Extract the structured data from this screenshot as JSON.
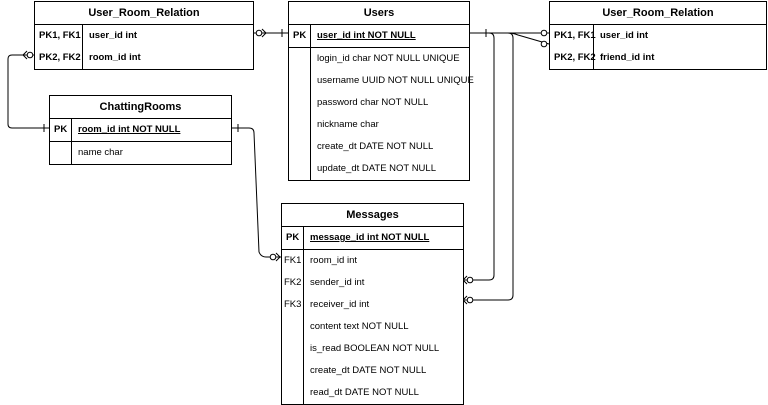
{
  "entities": {
    "urr_left": {
      "title": "User_Room_Relation",
      "rows": [
        {
          "key": "PK1, FK1",
          "field": "user_id int"
        },
        {
          "key": "PK2, FK2",
          "field": "room_id int"
        }
      ]
    },
    "users": {
      "title": "Users",
      "pk": {
        "key": "PK",
        "field": "user_id int NOT NULL"
      },
      "fields": [
        "login_id char NOT NULL UNIQUE",
        "username UUID NOT NULL UNIQUE",
        "password char NOT NULL",
        "nickname char",
        "create_dt DATE NOT NULL",
        "update_dt DATE NOT NULL"
      ]
    },
    "urr_right": {
      "title": "User_Room_Relation",
      "rows": [
        {
          "key": "PK1, FK1",
          "field": "user_id int"
        },
        {
          "key": "PK2, FK2",
          "field": "friend_id int"
        }
      ]
    },
    "rooms": {
      "title": "ChattingRooms",
      "pk": {
        "key": "PK",
        "field": "room_id int NOT NULL"
      },
      "fields": [
        "name char"
      ]
    },
    "messages": {
      "title": "Messages",
      "pk": {
        "key": "PK",
        "field": "message_id int NOT NULL"
      },
      "rows": [
        {
          "key": "FK1",
          "field": "room_id int"
        },
        {
          "key": "FK2",
          "field": "sender_id int"
        },
        {
          "key": "FK3",
          "field": "receiver_id int"
        },
        {
          "key": "",
          "field": "content text NOT NULL"
        },
        {
          "key": "",
          "field": "is_read BOOLEAN NOT NULL"
        },
        {
          "key": "",
          "field": "create_dt DATE NOT NULL"
        },
        {
          "key": "",
          "field": "read_dt DATE NOT NULL"
        }
      ]
    }
  }
}
